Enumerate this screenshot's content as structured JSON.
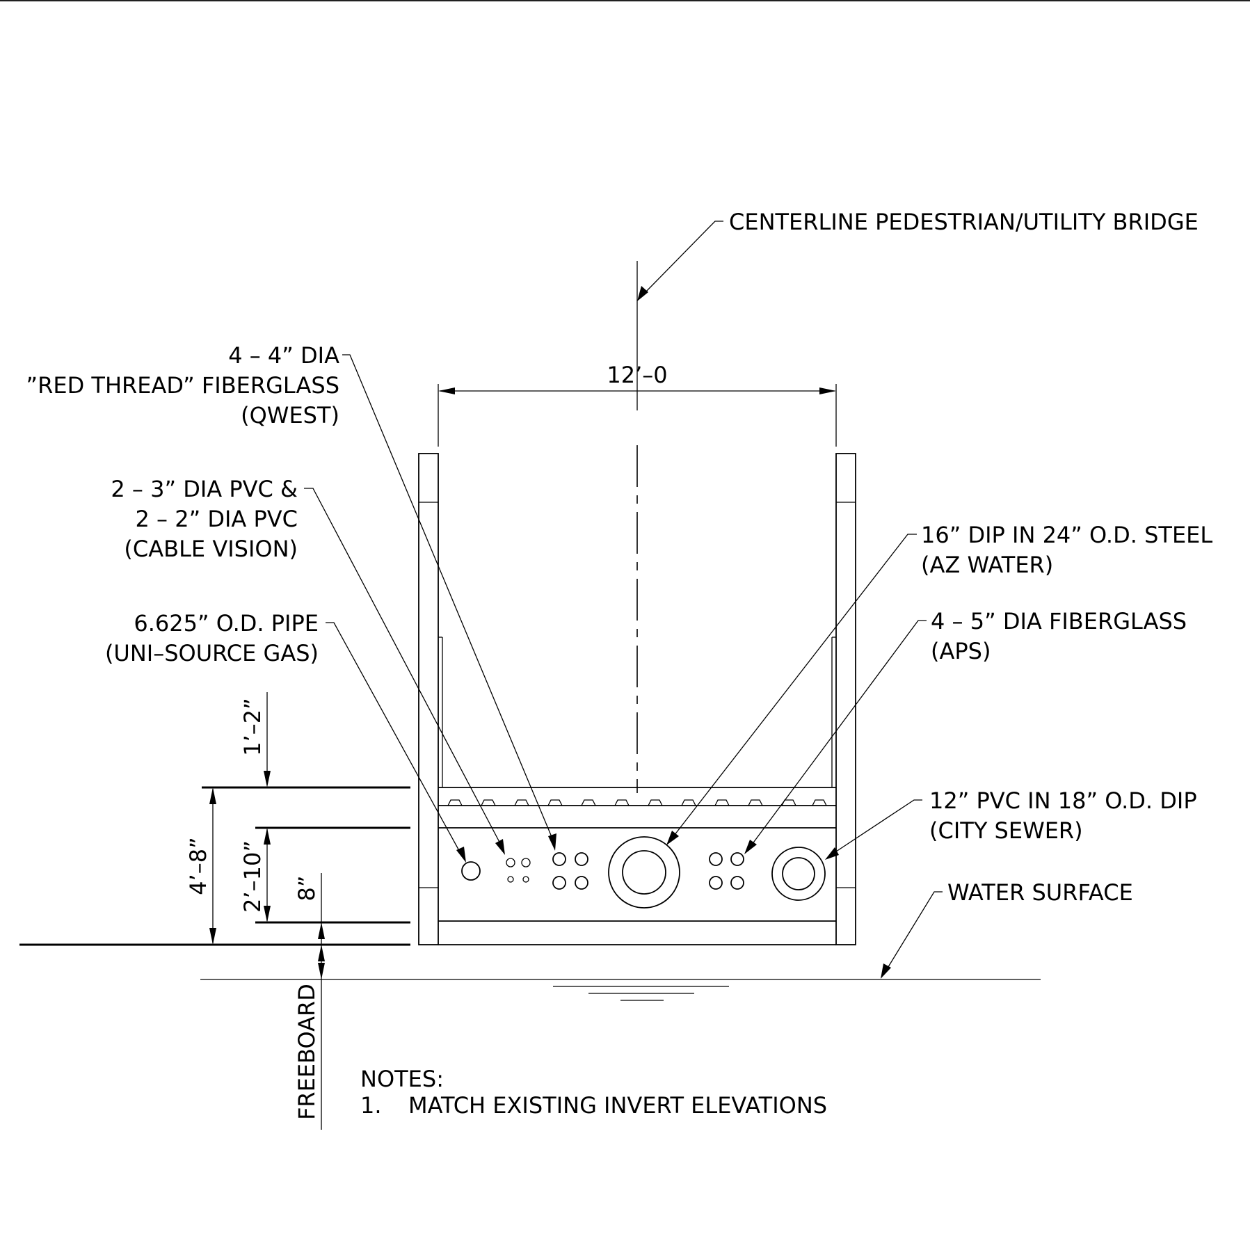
{
  "labels": {
    "centerline": "CENTERLINE PEDESTRIAN/UTILITY BRIDGE",
    "width_dim": "12’–0",
    "qwest_line1": "4 – 4” DIA",
    "qwest_line2": "”RED THREAD” FIBERGLASS",
    "qwest_line3": "(QWEST)",
    "cable_line1": "2 – 3” DIA PVC &",
    "cable_line2": "2 – 2” DIA PVC",
    "cable_line3": "(CABLE VISION)",
    "gas_line1": "6.625” O.D. PIPE",
    "gas_line2": "(UNI–SOURCE GAS)",
    "water_line1": "16” DIP IN 24” O.D. STEEL",
    "water_line2": "(AZ WATER)",
    "aps_line1": "4 – 5” DIA FIBERGLASS",
    "aps_line2": "(APS)",
    "sewer_line1": "12” PVC IN 18” O.D. DIP",
    "sewer_line2": "(CITY SEWER)",
    "water_surface": "WATER SURFACE",
    "dim_top": "1’–2”",
    "dim_overall": "4’–8”",
    "dim_beam": "2’–10”",
    "dim_bottom": "8”",
    "freeboard": "FREEBOARD"
  },
  "notes": {
    "title": "NOTES:",
    "item1_number": "1.",
    "item1_text": "MATCH EXISTING INVERT ELEVATIONS"
  }
}
